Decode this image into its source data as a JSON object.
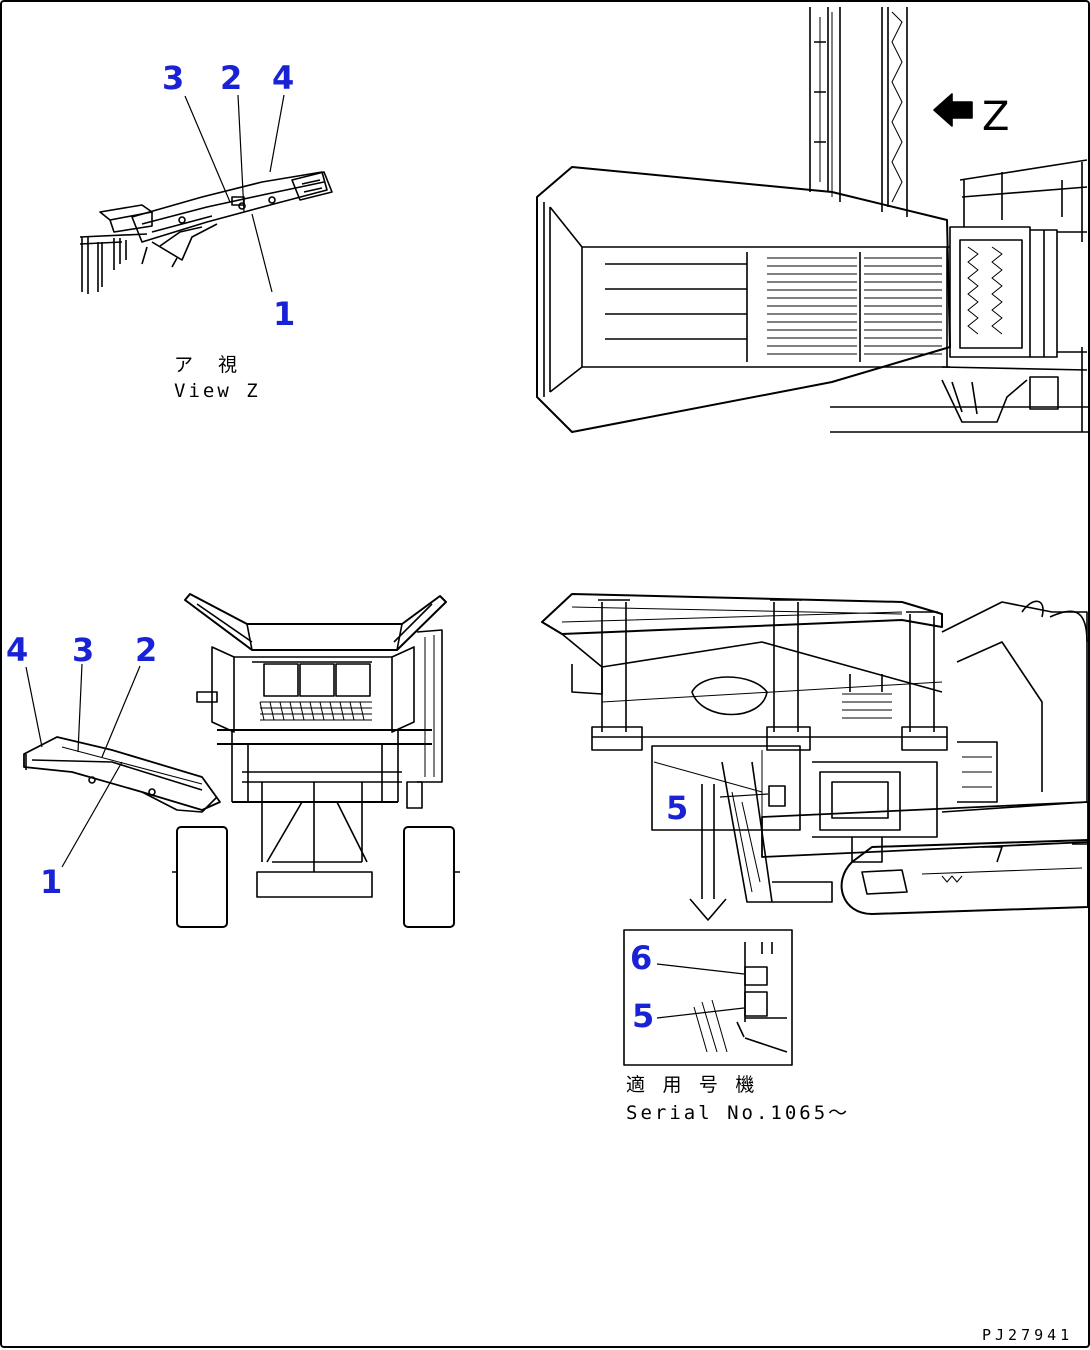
{
  "views": {
    "view_z": {
      "callouts": [
        "3",
        "2",
        "4",
        "1"
      ],
      "caption_jp": "ア　視",
      "caption_en": "View Z"
    },
    "top_view": {
      "arrow_label": "Z"
    },
    "front_view": {
      "callouts": [
        "4",
        "3",
        "2",
        "1"
      ]
    },
    "side_view": {
      "callout": "5",
      "detail_callouts": [
        "6",
        "5"
      ],
      "caption_jp": "適 用 号 機",
      "caption_en": "Serial No.1065～"
    }
  },
  "drawing_number": "PJ27941"
}
